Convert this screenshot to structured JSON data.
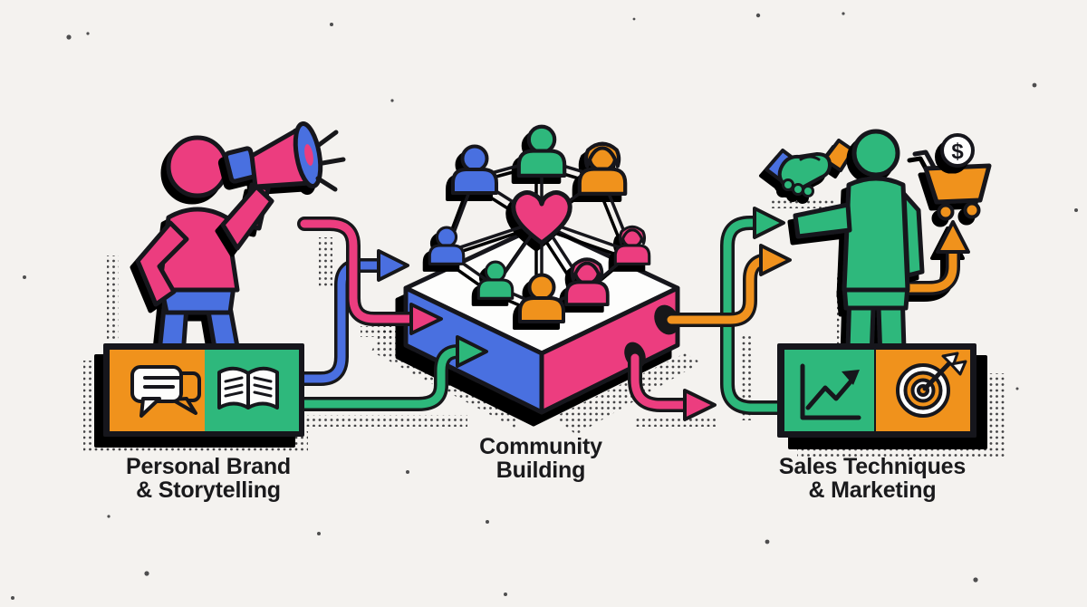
{
  "palette": {
    "paper": "#f4f2ef",
    "ink": "#17171a",
    "pink": "#ec3d7f",
    "blue": "#4a6fe0",
    "green": "#2db87b",
    "orange": "#f0921e",
    "white": "#fdfdfc"
  },
  "stages": [
    {
      "id": "personal-brand",
      "label_line1": "Personal Brand",
      "label_line2": "& Storytelling",
      "figure": "speaker-with-megaphone",
      "icons": [
        "speech-bubbles-icon",
        "open-book-icon"
      ]
    },
    {
      "id": "community-building",
      "label_line1": "Community",
      "label_line2": "Building",
      "figure": "people-network-with-heart",
      "platform_colors": [
        "blue",
        "pink"
      ],
      "members": [
        "green",
        "blue",
        "orange",
        "blue",
        "pink",
        "green",
        "orange",
        "pink"
      ]
    },
    {
      "id": "sales-marketing",
      "label_line1": "Sales Techniques",
      "label_line2": "& Marketing",
      "figure": "seller-person",
      "icons": [
        "growth-chart-icon",
        "bullseye-target-icon"
      ],
      "props": {
        "handshake": "handshake-icon",
        "shopping_cart": "shopping-cart-icon",
        "price_symbol": "$",
        "growth_arrow": "up-arrow-icon"
      }
    }
  ],
  "flows": [
    {
      "from": "personal-brand",
      "to": "community-building",
      "color": "pink"
    },
    {
      "from": "personal-brand",
      "to": "community-building",
      "color": "blue"
    },
    {
      "from": "personal-brand",
      "to": "community-building",
      "color": "green"
    },
    {
      "from": "community-building",
      "to": "sales-marketing",
      "color": "orange"
    },
    {
      "from": "community-building",
      "to": "sales-marketing",
      "color": "pink"
    },
    {
      "from": "community-building",
      "to": "sales-marketing",
      "color": "green"
    }
  ]
}
